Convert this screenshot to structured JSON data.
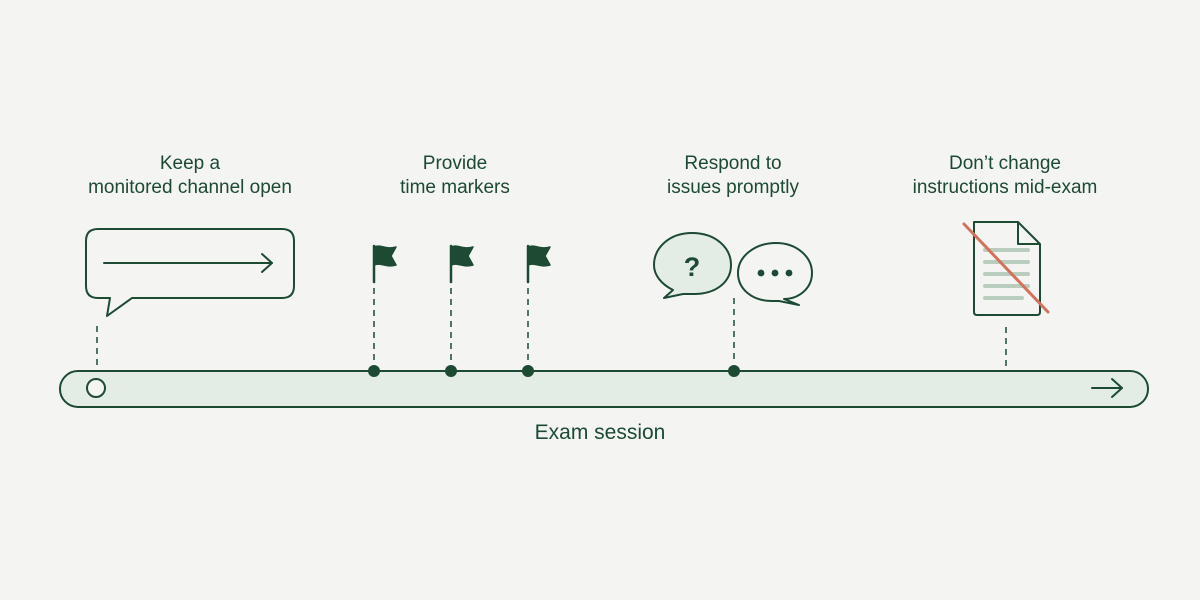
{
  "steps": [
    {
      "line1": "Keep a",
      "line2": "monitored channel open",
      "icon": "chat-bubble-arrow-icon"
    },
    {
      "line1": "Provide",
      "line2": "time markers",
      "icon": "flag-icon"
    },
    {
      "line1": "Respond to",
      "line2": "issues promptly",
      "icon": "question-and-ellipsis-bubbles-icon"
    },
    {
      "line1": "Don’t change",
      "line2": "instructions mid-exam",
      "icon": "crossed-out-document-icon"
    }
  ],
  "timeline": {
    "caption": "Exam session",
    "end_icon": "arrow-right-icon",
    "start_icon": "start-circle-icon"
  },
  "question_mark": "?",
  "colors": {
    "background": "#f4f4f2",
    "primary_green": "#1c4a33",
    "light_green": "#e3ede6",
    "doc_lines": "#b9cdbf",
    "strike_red": "#d4715d"
  }
}
